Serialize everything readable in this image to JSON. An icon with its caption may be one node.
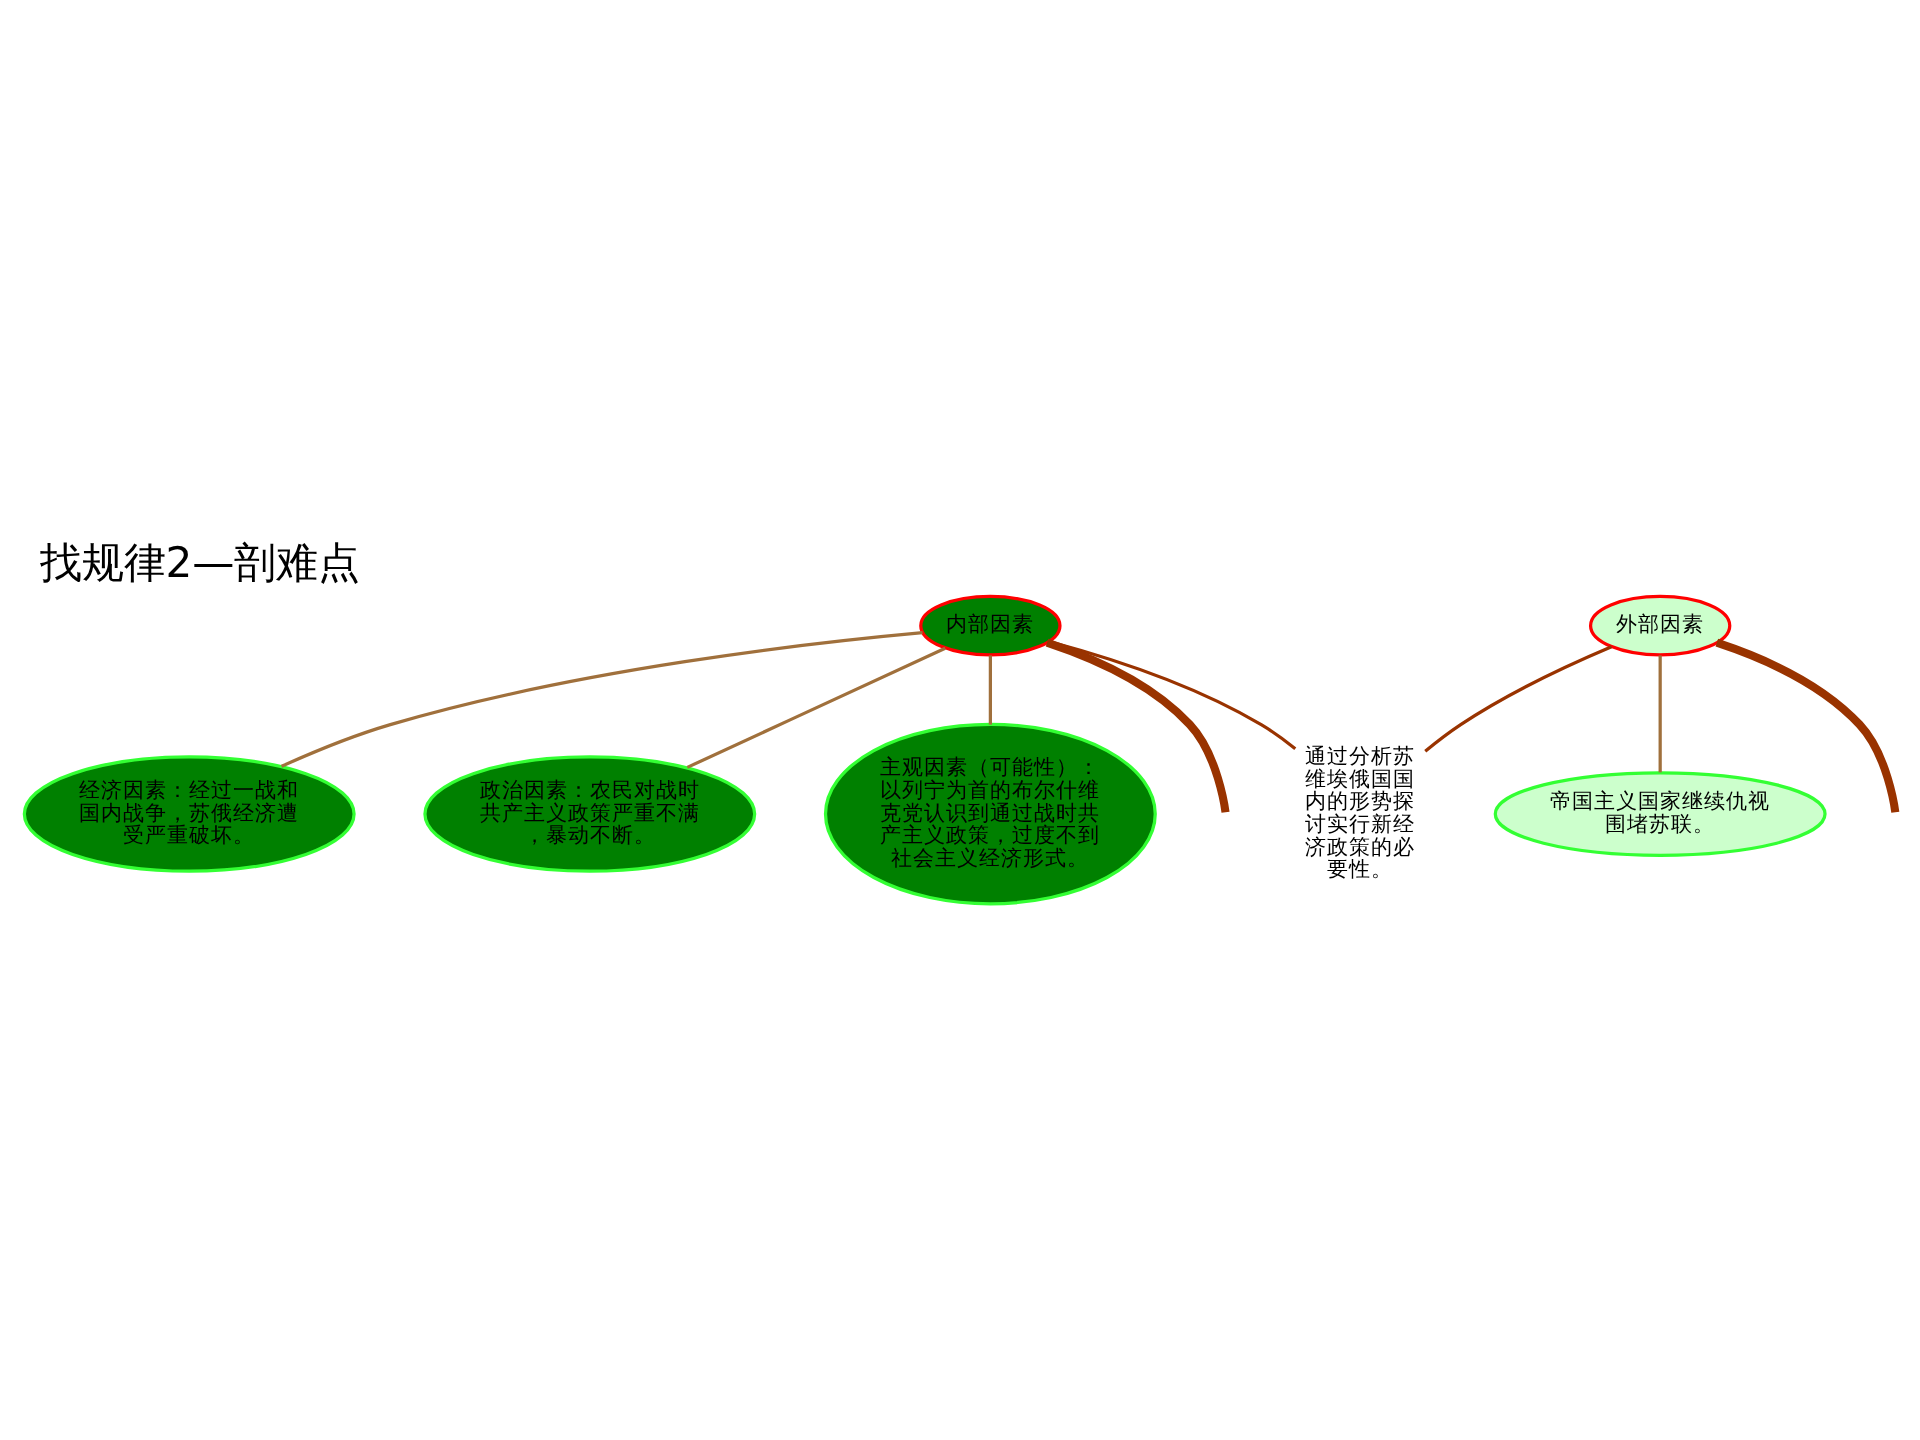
{
  "diagram": {
    "title": "找规律2—剖难点",
    "nodes": [
      {
        "text": [
          "经济因素：经过一战和国内战争，苏俄经济遭受严重破坏。"
        ]
      },
      {
        "text": [
          "政治因素：农民对战时共产主义政策严重不满，暴动不断。"
        ]
      },
      {
        "text": [
          "内部因素"
        ]
      },
      {
        "text": [
          "外部因素"
        ]
      },
      {
        "text": [
          "主观因素（可能性）：以列宁为首的布尔什维克党认识到通过战时共产主义政策，过度不到社会主义经济形式。"
        ]
      },
      {
        "text": [
          "帝国主义国家继续仇视围堵苏联。"
        ]
      },
      {
        "text": [
          "通过分析苏维埃俄国国内的形势探讨实行新经济政策的必要性。"
        ]
      }
    ],
    "edges": [
      {
        "from": 2,
        "to": 0,
        "arrow": "none"
      },
      {
        "from": 2,
        "to": 1,
        "arrow": "none"
      },
      {
        "from": 2,
        "to": 4,
        "arrow": "none"
      },
      {
        "from": 3,
        "to": 5,
        "arrow": "none"
      },
      {
        "from": 3,
        "to": 6,
        "arrow": "none",
        "color": "#993300"
      },
      {
        "from": 2,
        "to": 6,
        "arrow": "none",
        "color": "#993300"
      },
      {
        "from": 3,
        "to": null,
        "arrow": "none",
        "style": "thick",
        "color": "#993300"
      },
      {
        "from": 2,
        "to": null,
        "arrow": "none",
        "style": "thick",
        "color": "#993300"
      }
    ]
  }
}
